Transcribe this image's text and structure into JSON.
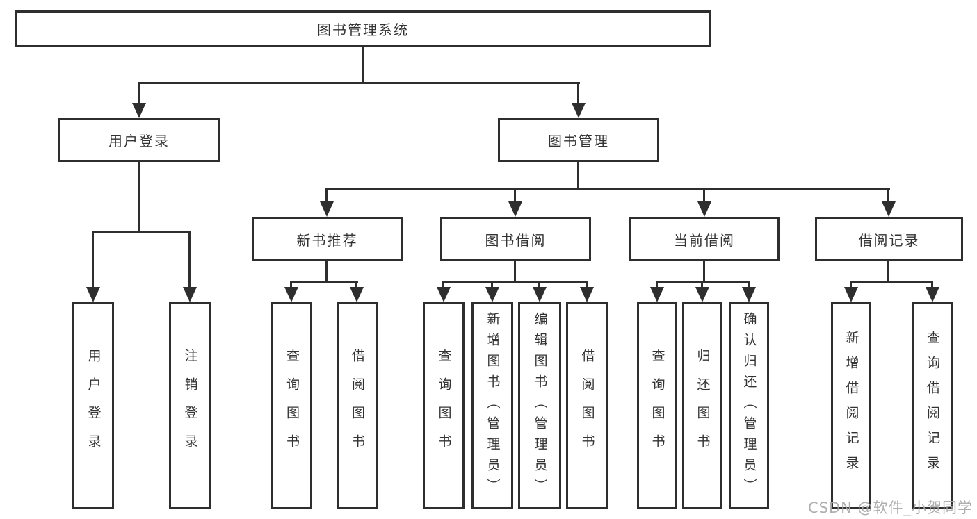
{
  "diagram_type": "hierarchy-tree",
  "tree": {
    "label": "图书管理系统",
    "children": [
      {
        "label": "用户登录",
        "children": [
          {
            "label": "用户登录"
          },
          {
            "label": "注销登录"
          }
        ]
      },
      {
        "label": "图书管理",
        "children": [
          {
            "label": "新书推荐",
            "children": [
              {
                "label": "查询图书"
              },
              {
                "label": "借阅图书"
              }
            ]
          },
          {
            "label": "图书借阅",
            "children": [
              {
                "label": "查询图书"
              },
              {
                "label": "新增图书（管理员）"
              },
              {
                "label": "编辑图书（管理员）"
              },
              {
                "label": "借阅图书"
              }
            ]
          },
          {
            "label": "当前借阅",
            "children": [
              {
                "label": "查询图书"
              },
              {
                "label": "归还图书"
              },
              {
                "label": "确认归还（管理员）"
              }
            ]
          },
          {
            "label": "借阅记录",
            "children": [
              {
                "label": "新增借阅记录"
              },
              {
                "label": "查询借阅记录"
              }
            ]
          }
        ]
      }
    ]
  },
  "watermark": {
    "text": "CSDN @软件_小贺同学"
  },
  "colors": {
    "line": "#2e2e2e",
    "border": "#2e2e2e",
    "text": "#333333",
    "watermark": "#a8a8a8",
    "background": "#ffffff"
  }
}
